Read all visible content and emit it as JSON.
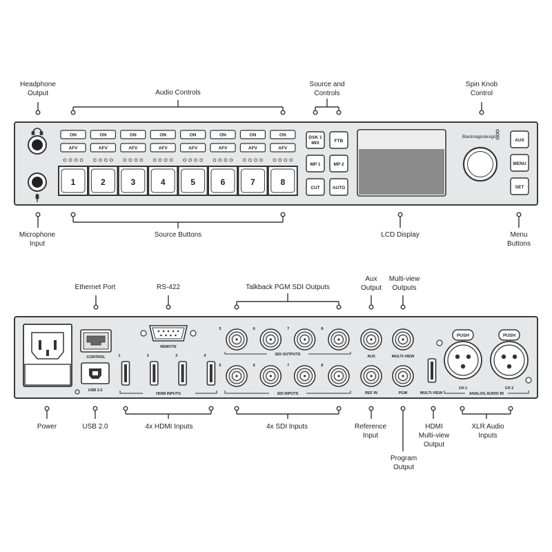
{
  "front": {
    "callouts": {
      "headphone_output": "Headphone\nOutput",
      "audio_controls": "Audio Controls",
      "source_and_controls": "Source and\nControls",
      "spin_knob_control": "Spin Knob\nControl",
      "microphone_input": "Microphone\nInput",
      "source_buttons": "Source Buttons",
      "lcd_display": "LCD Display",
      "menu_buttons": "Menu\nButtons"
    },
    "on_label": "ON",
    "afv_label": "AFV",
    "source_numbers": [
      "1",
      "2",
      "3",
      "4",
      "5",
      "6",
      "7",
      "8"
    ],
    "control_buttons": {
      "dsk_mix": "DSK 1\nMIX",
      "ftb": "FTB",
      "mp1": "MP 1",
      "mp2": "MP 2",
      "cut": "CUT",
      "auto": "AUTO"
    },
    "brand": "Blackmagicdesign",
    "menu_buttons": {
      "aux": "AUX",
      "menu": "MENU",
      "set": "SET"
    }
  },
  "rear": {
    "callouts": {
      "ethernet_port": "Ethernet Port",
      "rs422": "RS-422",
      "talkback_pgm_sdi_outputs": "Talkback PGM SDI Outputs",
      "aux_output": "Aux\nOutput",
      "multiview_outputs": "Multi-view\nOutputs",
      "power": "Power",
      "usb20": "USB 2.0",
      "hdmi_inputs_4x": "4x HDMI Inputs",
      "sdi_inputs_4x": "4x SDI Inputs",
      "reference_input": "Reference\nInput",
      "hdmi_multiview_output": "HDMI\nMulti-view\nOutput",
      "xlr_audio_inputs": "XLR Audio\nInputs",
      "program_output": "Program\nOutput"
    },
    "labels": {
      "control": "CONTROL",
      "remote": "REMOTE",
      "usb": "USB 2.0",
      "hdmi_inputs": "HDMI INPUTS",
      "sdi_outputs": "SDI OUTPUTS",
      "sdi_inputs": "SDI INPUTS",
      "aux": "AUX",
      "multiview": "MULTI-VIEW",
      "ref_in": "REF IN",
      "pgm": "PGM",
      "multiview_hdmi": "MULTI-VIEW",
      "ch1": "CH 1",
      "ch2": "CH 2",
      "analog_audio_in": "ANALOG AUDIO IN",
      "push": "PUSH"
    },
    "hdmi_numbers": [
      "1",
      "2",
      "3",
      "4"
    ],
    "sdi_numbers": [
      "5",
      "6",
      "7",
      "8"
    ]
  }
}
